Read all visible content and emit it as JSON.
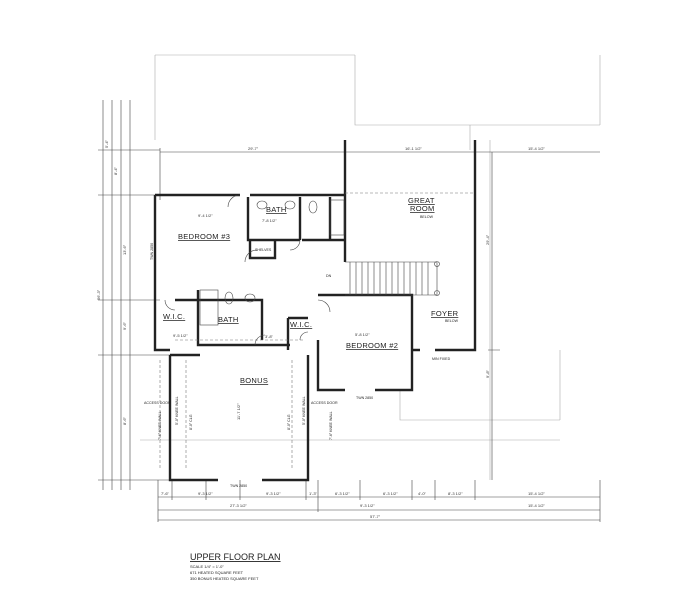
{
  "title_block": {
    "title": "UPPER FLOOR PLAN",
    "scale": "SCALE 1/4\" = 1'-0\"",
    "heated": "671 HEATED SQUARE FEET",
    "bonus_heated": "350 BONUS HEATED SQUARE FEET"
  },
  "rooms": {
    "bedroom3": "BEDROOM #3",
    "bath_upper": "BATH",
    "bath_lower": "BATH",
    "wic_left": "W.I.C.",
    "wic_right": "W.I.C.",
    "shelves": "SHELVES",
    "great_room_1": "GREAT",
    "great_room_2": "ROOM",
    "great_room_below": "BELOW",
    "foyer": "FOYER",
    "foyer_below": "BELOW",
    "bedroom2": "BEDROOM #2",
    "bonus": "BONUS",
    "stair_dn": "DN"
  },
  "notes": {
    "access_door_left": "ACCESS DOOR",
    "access_door_right": "ACCESS DOOR",
    "knee_wall": "7'-6\" KNEE WALL",
    "knee_wall_inner": "5'-0\" KNEE WALL",
    "clg": "8'-0\" CLG",
    "window_bonus": "TWN 2850",
    "window_bed2": "TWN 2850",
    "window_bed3": "TWN 2850",
    "window_foyer": "MIN FIXED"
  },
  "dimensions": {
    "top": [
      "29'-7\"",
      "16'-1 1/2\"",
      "15'-4 1/2\""
    ],
    "bottom_row1": [
      "7'-6\"",
      "9'-3 1/2\"",
      "9'-3 1/2\"",
      "1'-3\"",
      "6'-3 1/2\"",
      "6'-3 1/2\"",
      "4'-0\"",
      "8'-3 1/2\"",
      "15'-4 1/2\""
    ],
    "bottom_row2": [
      "27'-3 1/2\"",
      "9'-3 1/2\"",
      "15'-4 1/2\""
    ],
    "overall": "57'-7\"",
    "left": [
      "5'-4\"",
      "8'-4\"",
      "13'-6\"",
      "9'-6\"",
      "8'-6\""
    ],
    "overall_left": "56'-3\"",
    "right": [
      "29'-4\"",
      "9'-8\""
    ],
    "interior": [
      "9'-4 1/2\"",
      "7'-8 1/2\"",
      "5'-8 1/2\"",
      "11'-7 1/2\"",
      "9'-5 1/2\"",
      "3'-8\""
    ]
  }
}
